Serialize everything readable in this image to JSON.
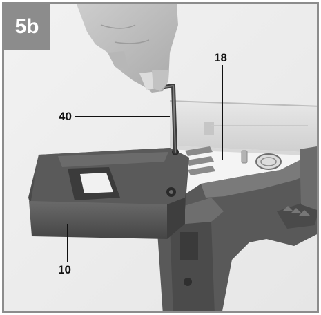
{
  "figure": {
    "label": "5b",
    "callouts": [
      {
        "number": "18"
      },
      {
        "number": "40"
      },
      {
        "number": "10"
      }
    ]
  },
  "colors": {
    "border": "#8c8c8c",
    "label_background": "#8c8c8c",
    "label_text": "#ffffff",
    "callout_text": "#111111"
  }
}
